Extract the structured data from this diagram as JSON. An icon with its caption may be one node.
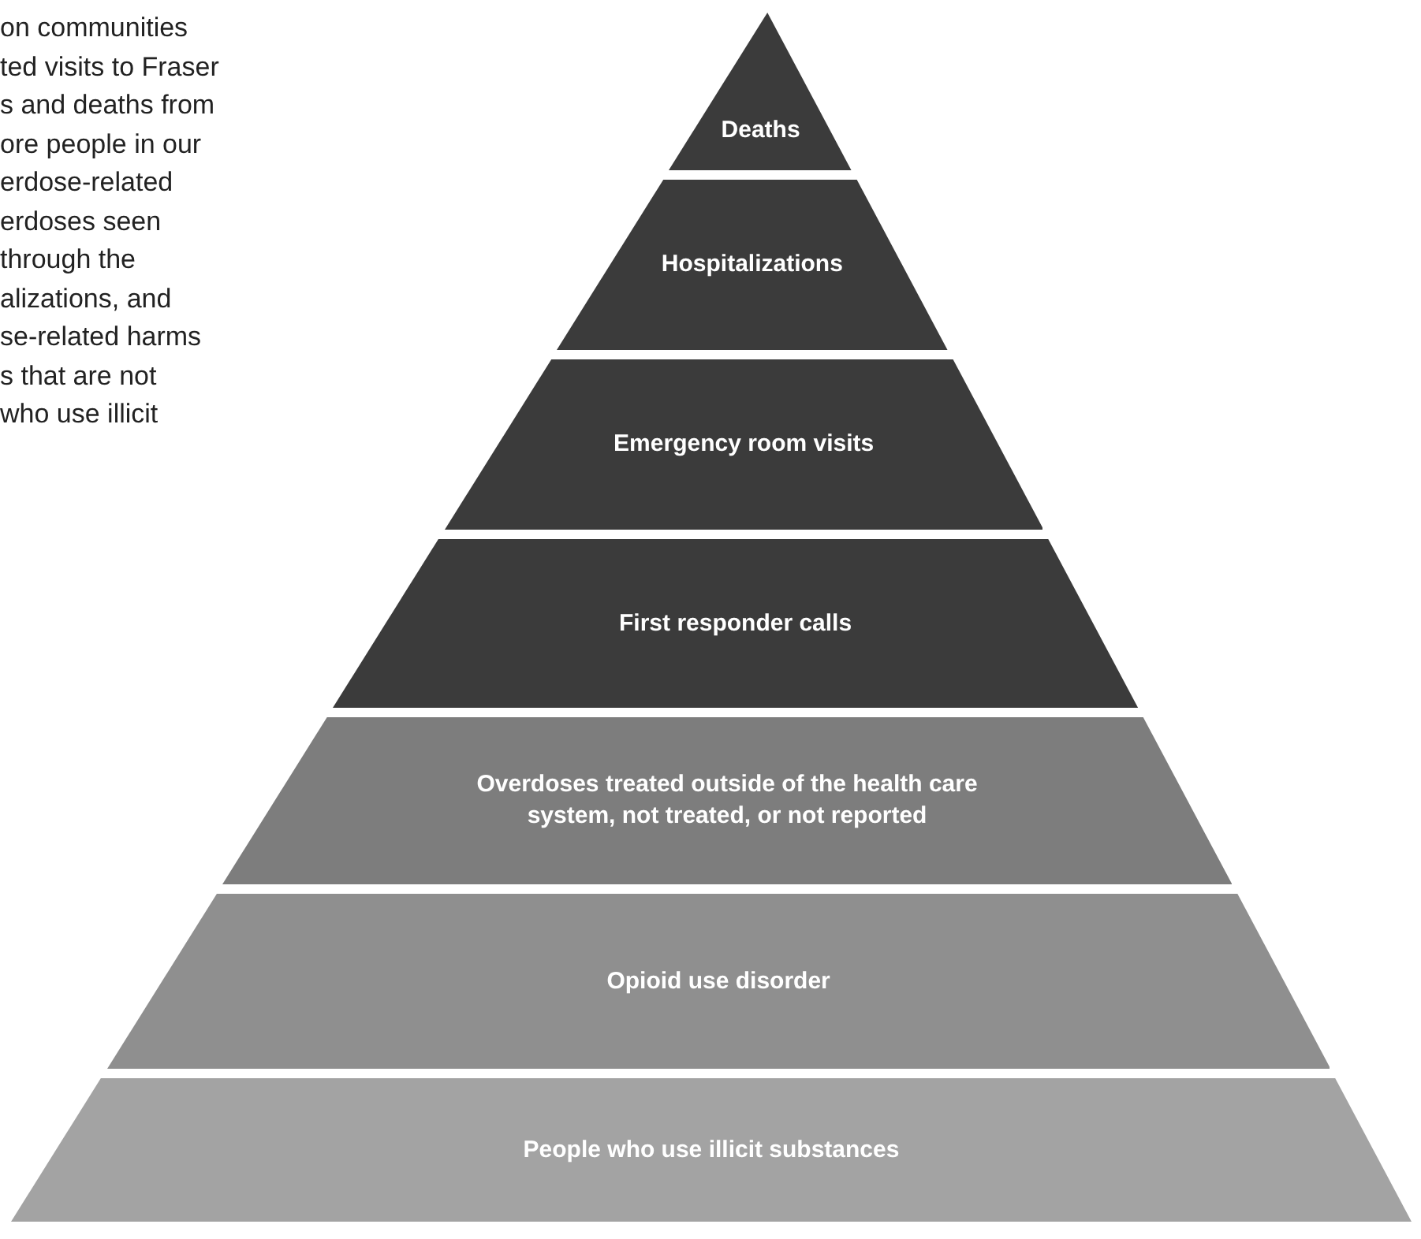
{
  "diagram": {
    "nodes": [
      {
        "text": [
          "Deaths"
        ]
      },
      {
        "text": [
          "Hospitalizations"
        ]
      },
      {
        "text": [
          "Emergency room visits"
        ]
      },
      {
        "text": [
          "First responder calls"
        ]
      },
      {
        "text": [
          "Overdoses treated outside of the health care system, not treated, or not reported"
        ]
      },
      {
        "text": [
          "Opioid use disorder"
        ]
      },
      {
        "text": [
          "People who use illicit substances"
        ]
      }
    ],
    "edges": [],
    "labels": [
      "on communities",
      "ted visits to Fraser",
      "s and deaths from",
      "ore people in our",
      "erdose-related",
      "erdoses seen",
      "through the",
      "alizations, and",
      "se-related harms",
      "s that are not",
      "who use illicit"
    ]
  }
}
